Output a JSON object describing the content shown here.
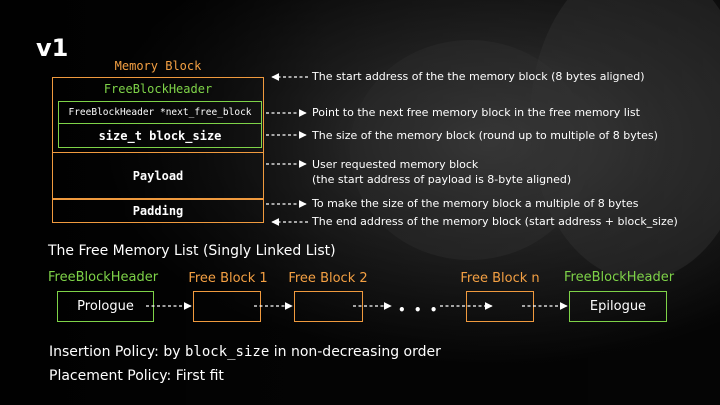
{
  "slide": {
    "title": "v1",
    "memory_block": {
      "title": "Memory Block",
      "header_title": "FreeBlockHeader",
      "next_field": "FreeBlockHeader *next_free_block",
      "size_field": "size_t block_size",
      "payload": "Payload",
      "padding": "Padding"
    },
    "annotations": {
      "start": "The start address of the the memory block (8 bytes aligned)",
      "next": "Point to the next free memory block in the free memory list",
      "size": "The size of the memory block (round up to multiple of 8 bytes)",
      "payload_1": "User requested memory block",
      "payload_2": "(the start address of payload is 8-byte aligned)",
      "padding": "To make the size of the memory block a multiple of 8 bytes",
      "end": "The end address of the memory block (start address + block_size)"
    },
    "list": {
      "title": "The Free Memory List (Singly Linked List)",
      "prologue_label": "FreeBlockHeader",
      "prologue": "Prologue",
      "block1": "Free Block 1",
      "block2": "Free Block 2",
      "ellipsis": "• • •",
      "blockn": "Free Block n",
      "epilogue_label": "FreeBlockHeader",
      "epilogue": "Epilogue"
    },
    "policies": {
      "insertion_prefix": "Insertion Policy: by ",
      "insertion_code": "block_size",
      "insertion_suffix": " in non-decreasing order",
      "placement": "Placement Policy: First fit"
    }
  },
  "colors": {
    "orange": "#f09a3e",
    "green": "#7ed348",
    "background": "#000000"
  }
}
